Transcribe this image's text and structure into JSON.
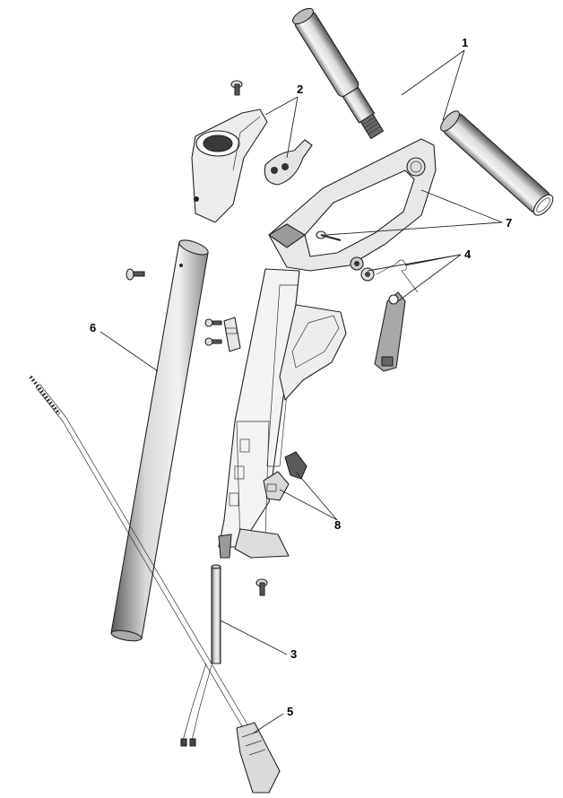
{
  "callouts": [
    "1",
    "2",
    "3",
    "4",
    "5",
    "6",
    "7",
    "8"
  ],
  "colors": {
    "line": "#222222",
    "light": "#e6e6e6",
    "mid": "#9a9a9a",
    "dark": "#4a4a4a"
  }
}
